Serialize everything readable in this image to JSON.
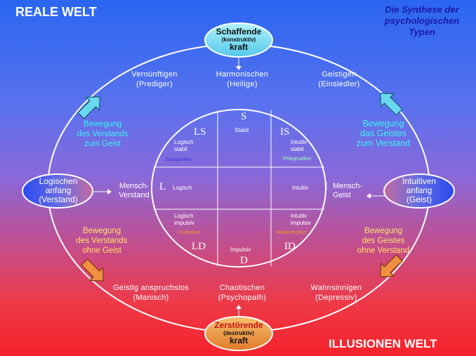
{
  "corners": {
    "top_left": "REALE WELT",
    "bottom_right": "ILLUSIONEN WELT"
  },
  "title": [
    "Die Synthese der",
    "psychologischen",
    "Typen"
  ],
  "top_oval": {
    "line1": "Schaffende",
    "line2": "(konstruktiv)",
    "line3": "kraft"
  },
  "bottom_oval": {
    "line1": "Zerstörende",
    "line2": "(destruktiv)",
    "line3": "kraft"
  },
  "left_oval": {
    "line1": "Logischen",
    "line2": "anfang",
    "line3": "(Verstand)"
  },
  "right_oval": {
    "line1": "Intuitiven",
    "line2": "anfang",
    "line3": "(Geist)"
  },
  "outer": {
    "top_left": [
      "Vernünftigen",
      "(Prediger)"
    ],
    "top_center": [
      "Harmonischen",
      "(Heilige)"
    ],
    "top_right": [
      "Geistigen",
      "(Einsiedler)"
    ],
    "bottom_left": [
      "Geistig anspruchslos",
      "(Manisch)"
    ],
    "bottom_center": [
      "Chaotischen",
      "(Psychopath)"
    ],
    "bottom_right": [
      "Wahnsinnigen",
      "(Depressiv)"
    ],
    "left_mid": [
      "Mensch-",
      "Verstand"
    ],
    "right_mid": [
      "Mensch-",
      "Geist"
    ]
  },
  "movements": {
    "upper_left": [
      "Bewegung",
      "des Verstands",
      "zum Geist"
    ],
    "upper_right": [
      "Bewegung",
      "das Geistes",
      "zum Verstand"
    ],
    "lower_left": [
      "Bewegung",
      "des Verstands",
      "ohne Geist"
    ],
    "lower_right": [
      "Bewegung",
      "des Geistes",
      "ohne Verstand"
    ]
  },
  "inner": {
    "S": "S",
    "stabil": "Stabil",
    "LS": "LS",
    "LS_text": [
      "Logisch",
      "stabil"
    ],
    "LS_type": "Sanguiniker",
    "IS": "IS",
    "IS_text": [
      "Intuitiv",
      "stabil"
    ],
    "IS_type": "Phlegmatiker",
    "L": "L",
    "logisch": "Logisch",
    "I": "I",
    "intuitiv": "Intuitiv",
    "LD": "LD",
    "LD_text": [
      "Logisch",
      "impulsiv"
    ],
    "LD_type": "Choleriker",
    "ID": "ID",
    "ID_text": [
      "Intuitiv",
      "impulsiv"
    ],
    "ID_type": "Melancholiker",
    "D": "D",
    "impulsiv": "Impulsiv"
  },
  "colors": {
    "top_oval": "#7fe0f0",
    "side_oval": "#3a5ff0",
    "bottom_oval": "#f0a040",
    "arrow_cyan": "#6ad8ee",
    "arrow_orange": "#f09040",
    "cyan_text": "#3cf2ee",
    "yellow_text": "#ffe06a",
    "orange_type": "#f0a020"
  }
}
